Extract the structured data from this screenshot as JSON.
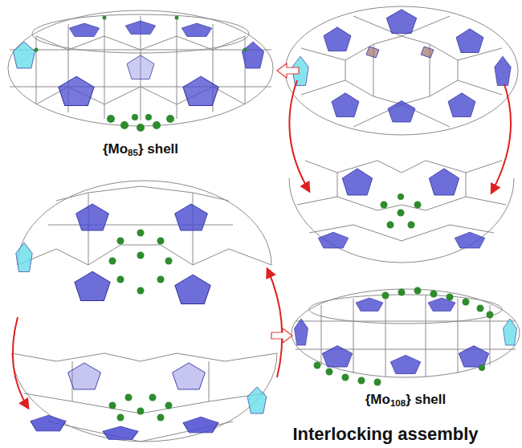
{
  "diagram": {
    "labels": [
      "{Mo85} shell",
      "{Mo108} shell",
      "Interlocking assembly"
    ]
  }
}
